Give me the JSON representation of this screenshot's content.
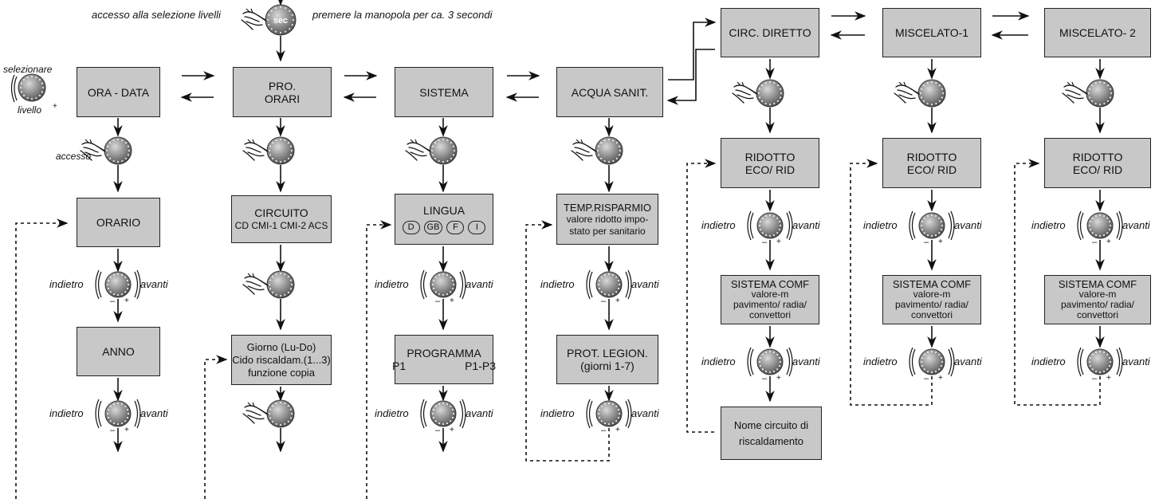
{
  "header": {
    "access_label": "accesso alla selezione livelli",
    "press_label": "premere la manopola per ca. 3 secondi",
    "sec_label": "sec"
  },
  "side": {
    "select_label": "selezionare",
    "level_label": "livello",
    "access_label": "accesso"
  },
  "levels": [
    "ORA - DATA",
    "PRO.\nORARI",
    "SISTEMA",
    "ACQUA SANIT."
  ],
  "circuits": [
    "CIRC. DIRETTO",
    "MISCELATO-1",
    "MISCELATO- 2"
  ],
  "columns": {
    "ora": {
      "items": [
        "ORARIO",
        "ANNO"
      ]
    },
    "pro": {
      "circuito_title": "CIRCUITO",
      "circuito_options": "CD CMI-1 CMI-2 ACS",
      "giorno_lines": [
        "Giorno (Lu-Do)",
        "Cido riscaldam.(1...3)",
        "funzione copia"
      ]
    },
    "sistema": {
      "lingua_title": "LINGUA",
      "languages": [
        "D",
        "GB",
        "F",
        "I"
      ],
      "programma_title": "PROGRAMMA",
      "programma_from": "P1",
      "programma_range": "P1-P3"
    },
    "acqua": {
      "temp_lines": [
        "TEMP.RISPARMIO",
        "valore ridotto impo-",
        "stato per sanitario"
      ],
      "legion_lines": [
        "PROT. LEGION.",
        "(giorni 1-7)"
      ]
    },
    "circ": {
      "ridotto_lines": [
        "RIDOTTO",
        "ECO/ RID"
      ],
      "comf_lines": [
        "SISTEMA COMF",
        "valore-m",
        "pavimento/ radia/",
        "convettori"
      ],
      "nome_lines": [
        "Nome circuito di",
        "riscaldamento"
      ]
    }
  },
  "nav": {
    "back": "indietro",
    "forward": "avanti"
  },
  "colors": {
    "box_fill": "#c8c8c8",
    "line": "#111111",
    "knob_dark": "#555555"
  },
  "icons": [
    "hand-pointer-icon",
    "rotary-knob-icon"
  ]
}
